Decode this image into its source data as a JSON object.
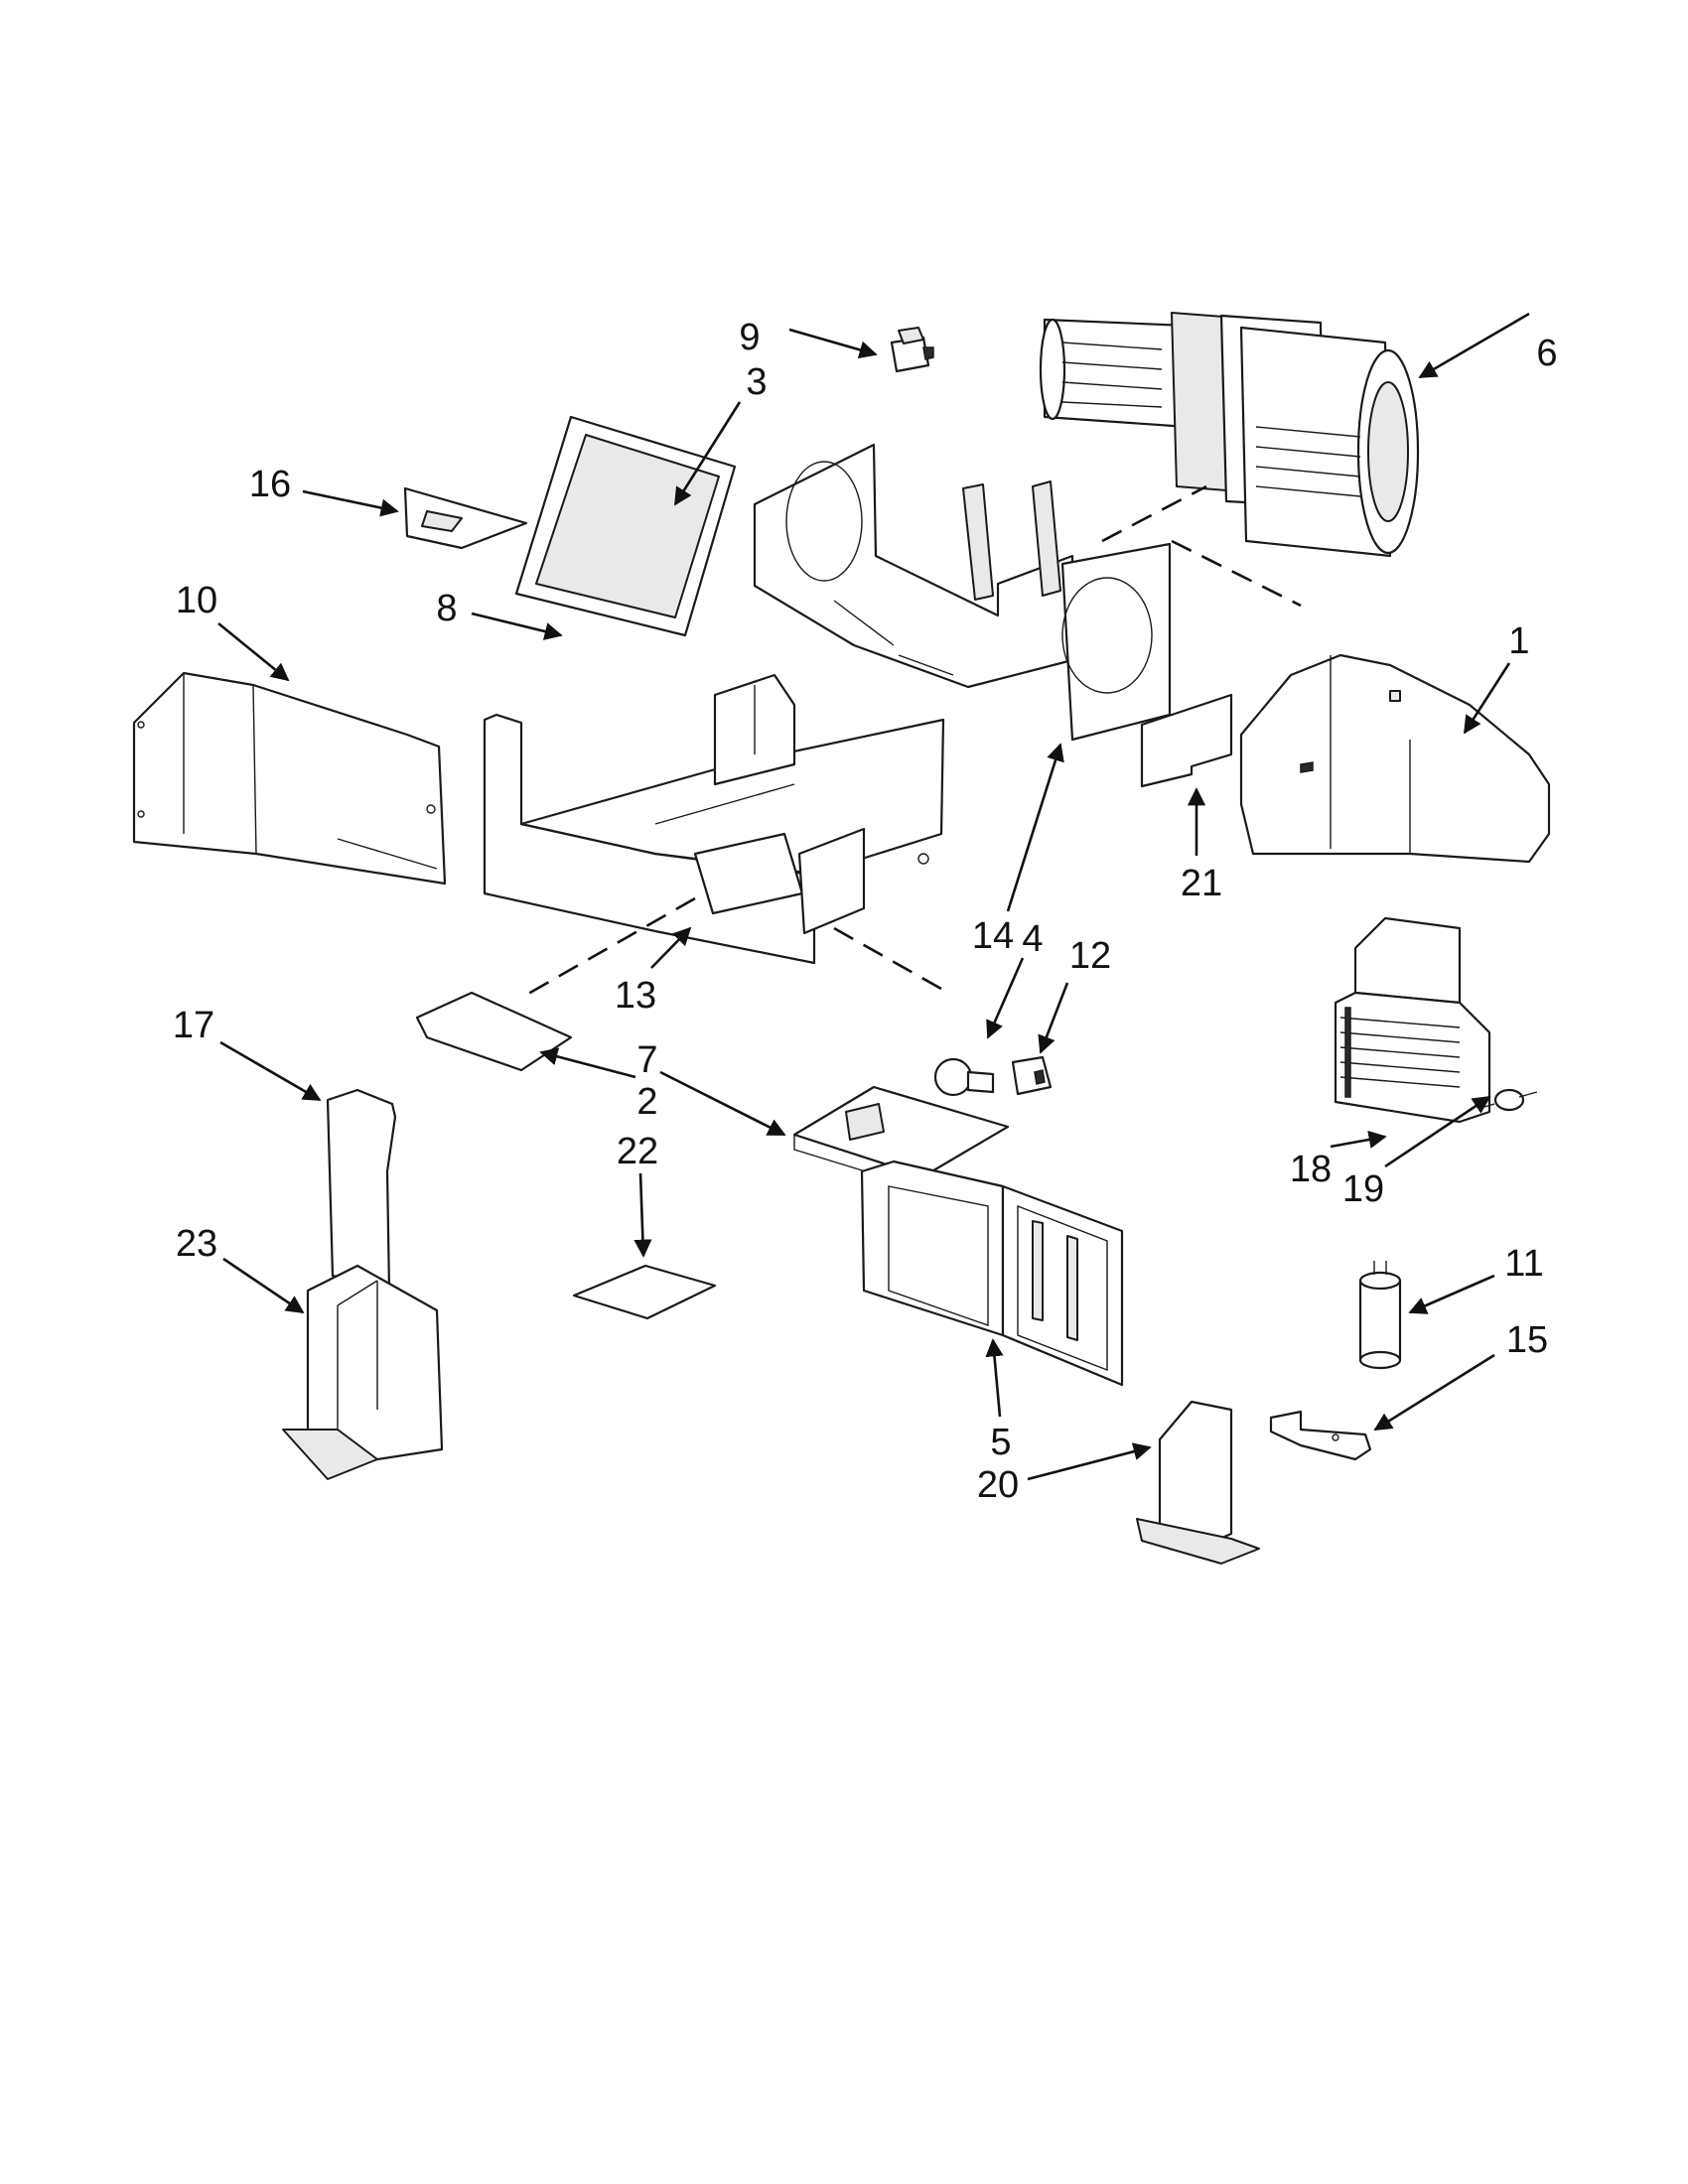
{
  "callouts": [
    {
      "id": "c1",
      "label": "1"
    },
    {
      "id": "c2",
      "label": "2"
    },
    {
      "id": "c3",
      "label": "3"
    },
    {
      "id": "c4",
      "label": "4"
    },
    {
      "id": "c5",
      "label": "5"
    },
    {
      "id": "c6",
      "label": "6"
    },
    {
      "id": "c7",
      "label": "7"
    },
    {
      "id": "c8",
      "label": "8"
    },
    {
      "id": "c9",
      "label": "9"
    },
    {
      "id": "c10",
      "label": "10"
    },
    {
      "id": "c11",
      "label": "11"
    },
    {
      "id": "c12",
      "label": "12"
    },
    {
      "id": "c13",
      "label": "13"
    },
    {
      "id": "c14",
      "label": "14"
    },
    {
      "id": "c15",
      "label": "15"
    },
    {
      "id": "c16",
      "label": "16"
    },
    {
      "id": "c17",
      "label": "17"
    },
    {
      "id": "c18",
      "label": "18"
    },
    {
      "id": "c19",
      "label": "19"
    },
    {
      "id": "c20",
      "label": "20"
    },
    {
      "id": "c21",
      "label": "21"
    },
    {
      "id": "c22",
      "label": "22"
    },
    {
      "id": "c23",
      "label": "23"
    }
  ],
  "colors": {
    "line": "#1a1a1a",
    "background": "#ffffff"
  }
}
